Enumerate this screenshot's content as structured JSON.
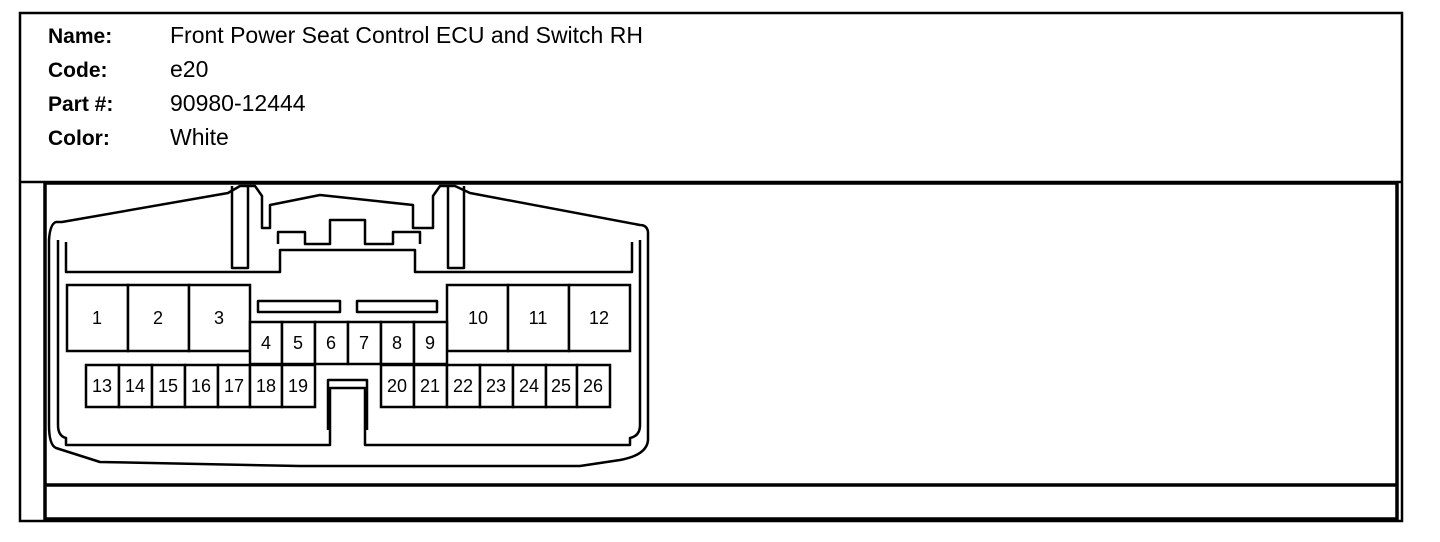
{
  "info": {
    "name_label": "Name:",
    "name_value": "Front Power Seat Control ECU and Switch RH",
    "code_label": "Code:",
    "code_value": "e20",
    "part_label": "Part #:",
    "part_value": "90980-12444",
    "color_label": "Color:",
    "color_value": "White"
  },
  "connector": {
    "pins": [
      "1",
      "2",
      "3",
      "4",
      "5",
      "6",
      "7",
      "8",
      "9",
      "10",
      "11",
      "12",
      "13",
      "14",
      "15",
      "16",
      "17",
      "18",
      "19",
      "20",
      "21",
      "22",
      "23",
      "24",
      "25",
      "26"
    ]
  }
}
